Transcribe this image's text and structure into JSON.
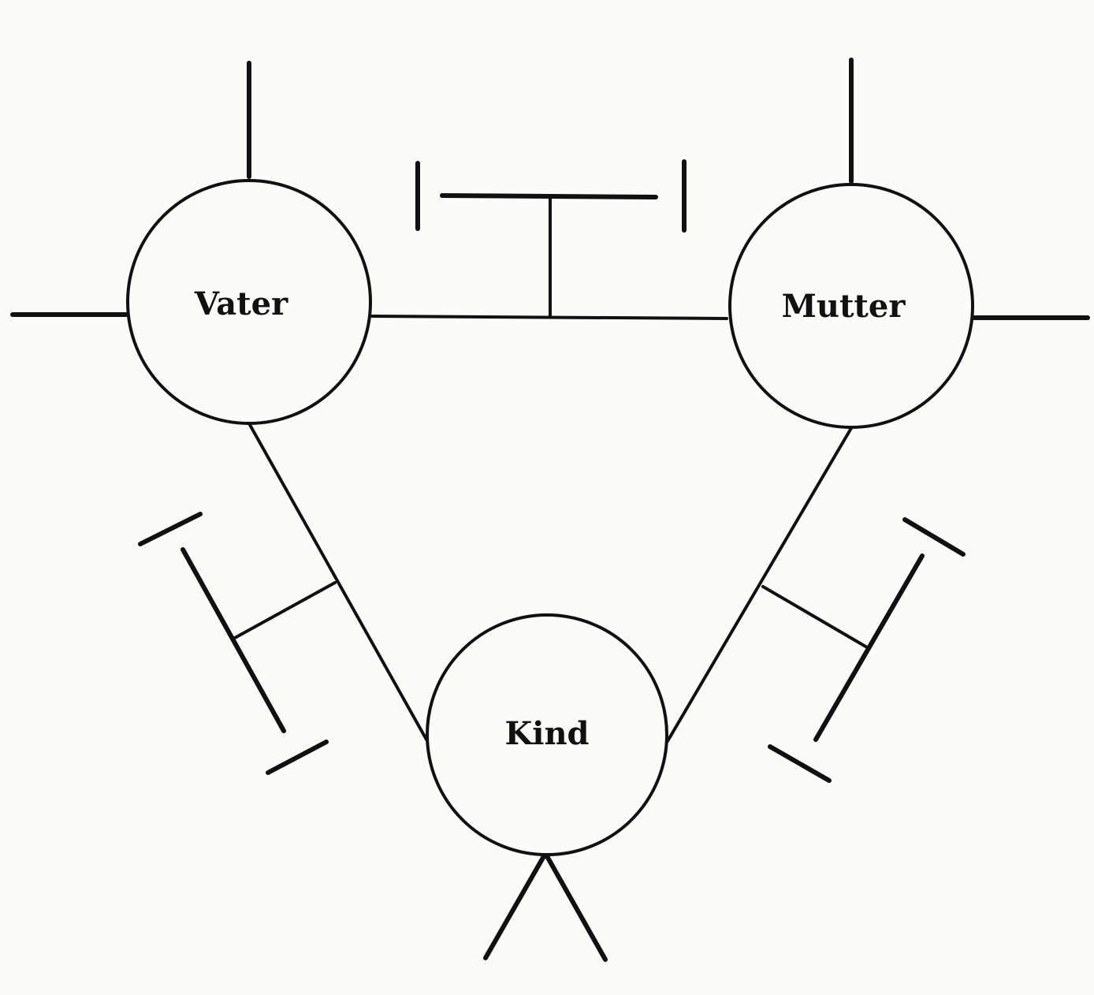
{
  "diagram": {
    "nodes": {
      "vater": {
        "label": "Vater"
      },
      "mutter": {
        "label": "Mutter"
      },
      "kind": {
        "label": "Kind"
      }
    },
    "colors": {
      "ink": "#111111",
      "paper": "#fbfbf9"
    }
  }
}
